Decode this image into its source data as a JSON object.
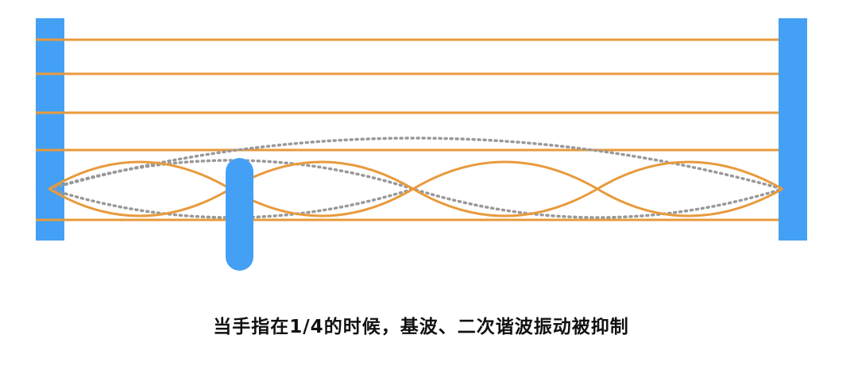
{
  "caption": "当手指在1/4的时候，基波、二次谐波振动被抑制",
  "colors": {
    "bar": "#44a0f4",
    "string": "#e89a3c",
    "dotted_wave": "#999999",
    "caption": "#111111"
  },
  "elements": {
    "finger_position": "1/4",
    "string_count": 6,
    "vibrating_string_index": 5,
    "standing_wave_loops": 4,
    "suppressed_waves": [
      "fundamental",
      "second-harmonic"
    ]
  }
}
